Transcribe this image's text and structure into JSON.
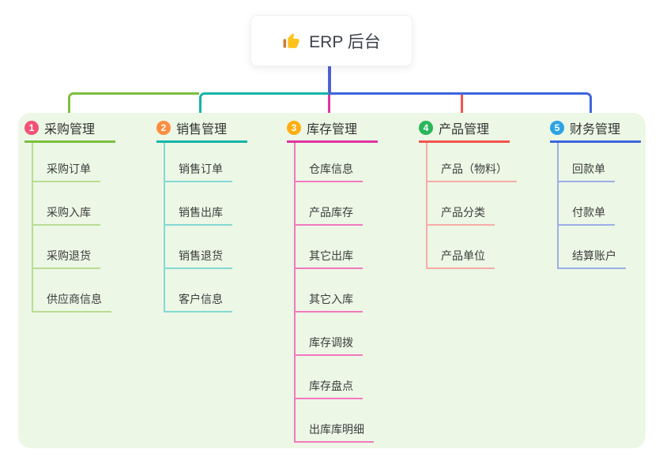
{
  "root": {
    "title": "ERP 后台",
    "icon": "thumbs-up-icon"
  },
  "colors": {
    "background": "#ffffff",
    "panel_bg": "#ecf7e6",
    "root_connector": "#5061d2",
    "title_text": "#333333",
    "child_text": "#3d3d3d"
  },
  "branches": [
    {
      "number": "1",
      "title": "采购管理",
      "line_color": "#7cbf3f",
      "light_color": "#b9dd92",
      "badge_color": "#f25277",
      "children": [
        "采购订单",
        "采购入库",
        "采购退货",
        "供应商信息"
      ]
    },
    {
      "number": "2",
      "title": "销售管理",
      "line_color": "#13b5a8",
      "light_color": "#84d9d2",
      "badge_color": "#ff8d40",
      "children": [
        "销售订单",
        "销售出库",
        "销售退货",
        "客户信息"
      ]
    },
    {
      "number": "3",
      "title": "库存管理",
      "line_color": "#e0329f",
      "light_color": "#f279be",
      "badge_color": "#ffae13",
      "children": [
        "仓库信息",
        "产品库存",
        "其它出库",
        "其它入库",
        "库存调拨",
        "库存盘点",
        "出库库明细"
      ]
    },
    {
      "number": "4",
      "title": "产品管理",
      "line_color": "#f2544d",
      "light_color": "#f8aba7",
      "badge_color": "#2ab65b",
      "children": [
        "产品（物料）",
        "产品分类",
        "产品单位"
      ]
    },
    {
      "number": "5",
      "title": "财务管理",
      "line_color": "#3e66de",
      "light_color": "#9daee6",
      "badge_color": "#2ba3e4",
      "children": [
        "回款单",
        "付款单",
        "结算账户"
      ]
    }
  ]
}
